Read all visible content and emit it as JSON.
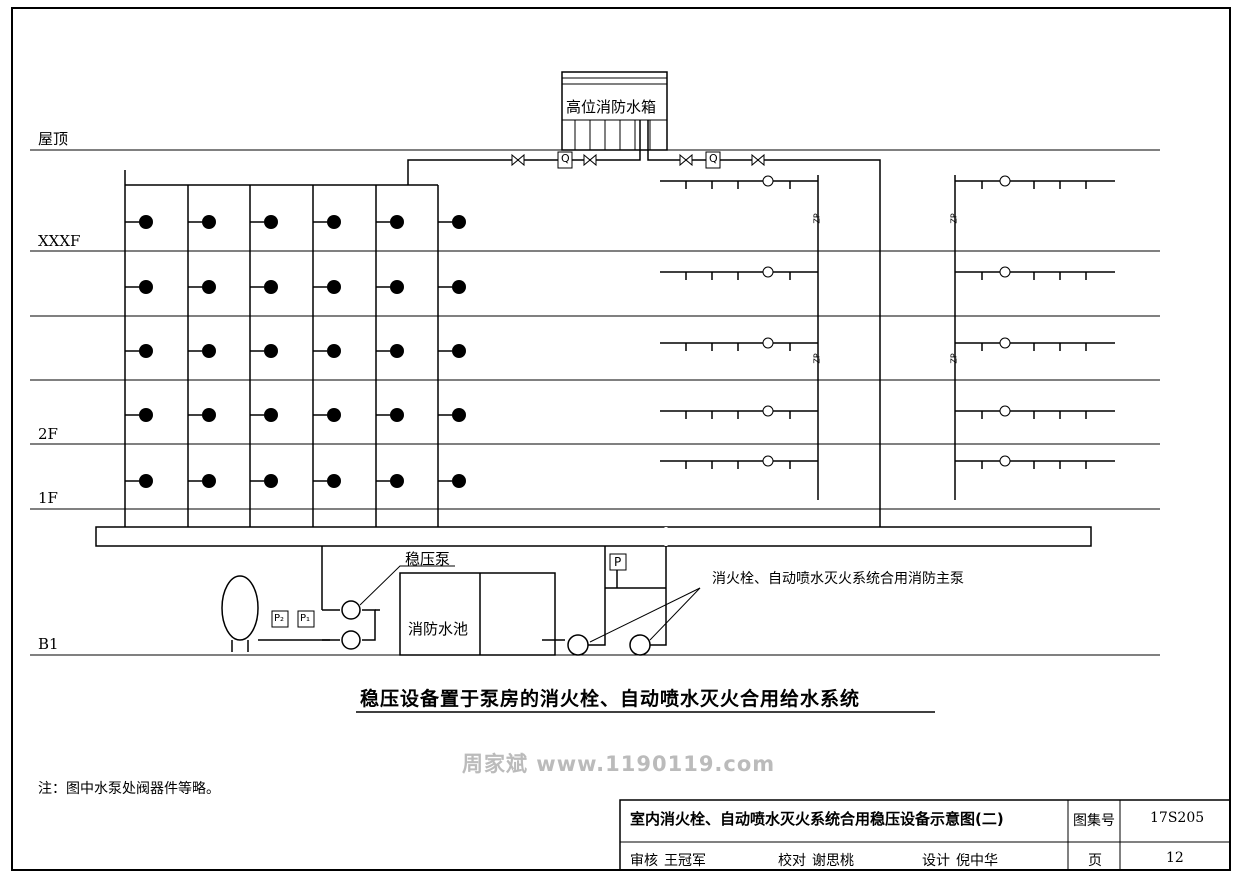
{
  "floors": {
    "roof": "屋顶",
    "xxxf": "XXXF",
    "f2": "2F",
    "f1": "1F",
    "b1": "B1"
  },
  "equipment": {
    "high_tank": "高位消防水箱",
    "pressure_pump": "稳压泵",
    "fire_pool": "消防水池",
    "main_pump_note": "消火栓、自动喷水灭火系统合用消防主泵",
    "flow_switch": "Q",
    "pressure_gauge": "P",
    "p2": "P₂",
    "p1": "P₁",
    "zp": "ZP"
  },
  "caption": "稳压设备置于泵房的消火栓、自动喷水灭火合用给水系统",
  "note": "注：图中水泵处阀器件等略。",
  "watermark": "周家斌  www.1190119.com",
  "title_block": {
    "title": "室内消火栓、自动喷水灭火系统合用稳压设备示意图(二)",
    "atlas_label": "图集号",
    "atlas_no": "17S205",
    "review_label": "审核",
    "reviewer": "王冠军",
    "check_label": "校对",
    "checker": "谢思桃",
    "design_label": "设计",
    "designer": "倪中华",
    "page_label": "页",
    "page_no": "12"
  }
}
